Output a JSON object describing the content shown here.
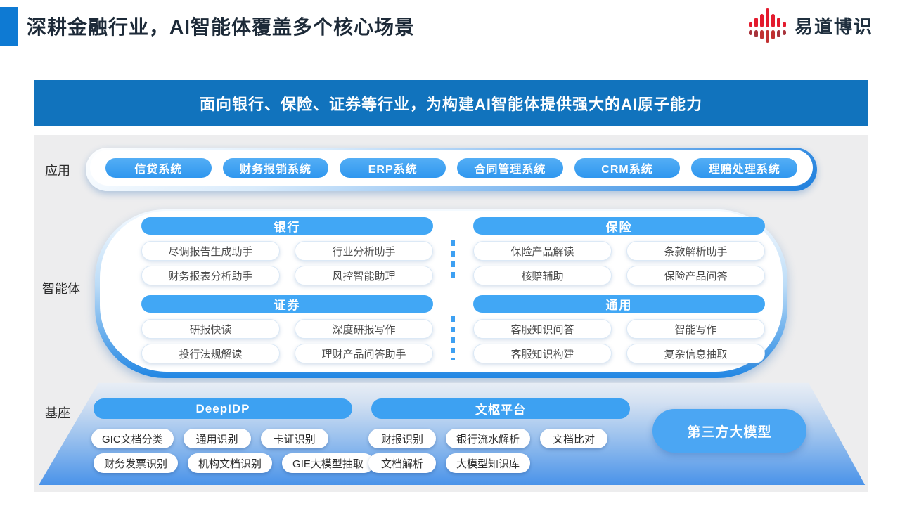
{
  "header": {
    "title": "深耕金融行业，AI智能体覆盖多个核心场景",
    "brand_name": "易道博识"
  },
  "banner": {
    "text": "面向银行、保险、证券等行业，为构建AI智能体提供强大的AI原子能力"
  },
  "application": {
    "label": "应用",
    "systems": [
      "信贷系统",
      "财务报销系统",
      "ERP系统",
      "合同管理系统",
      "CRM系统",
      "理赔处理系统"
    ]
  },
  "agents": {
    "label": "智能体",
    "groups": [
      {
        "title": "银行",
        "items": [
          "尽调报告生成助手",
          "行业分析助手",
          "财务报表分析助手",
          "风控智能助理"
        ]
      },
      {
        "title": "保险",
        "items": [
          "保险产品解读",
          "条款解析助手",
          "核赔辅助",
          "保险产品问答"
        ]
      },
      {
        "title": "证券",
        "items": [
          "研报快读",
          "深度研报写作",
          "投行法规解读",
          "理财产品问答助手"
        ]
      },
      {
        "title": "通用",
        "items": [
          "客服知识问答",
          "智能写作",
          "客服知识构建",
          "复杂信息抽取"
        ]
      }
    ]
  },
  "foundation": {
    "label": "基座",
    "platforms": [
      {
        "title": "DeepIDP",
        "rows": [
          [
            "GIC文档分类",
            "通用识别",
            "卡证识别"
          ],
          [
            "财务发票识别",
            "机构文档识别",
            "GIE大模型抽取"
          ]
        ]
      },
      {
        "title": "文枢平台",
        "rows": [
          [
            "财报识别",
            "银行流水解析",
            "文档比对"
          ],
          [
            "文档解析",
            "大模型知识库"
          ]
        ]
      }
    ],
    "third_party": "第三方大模型"
  },
  "colors": {
    "accent_blue": "#1173bd",
    "pill_blue": "#3da1f2",
    "header_square_blue": "#0e7ad3",
    "logo_red": "#e31b2e",
    "logo_dark_red": "#a8343c",
    "trapezoid_bottom_blue": "#4a93e9",
    "panel_gray": "#ededee",
    "title_text": "#1d2a38"
  }
}
